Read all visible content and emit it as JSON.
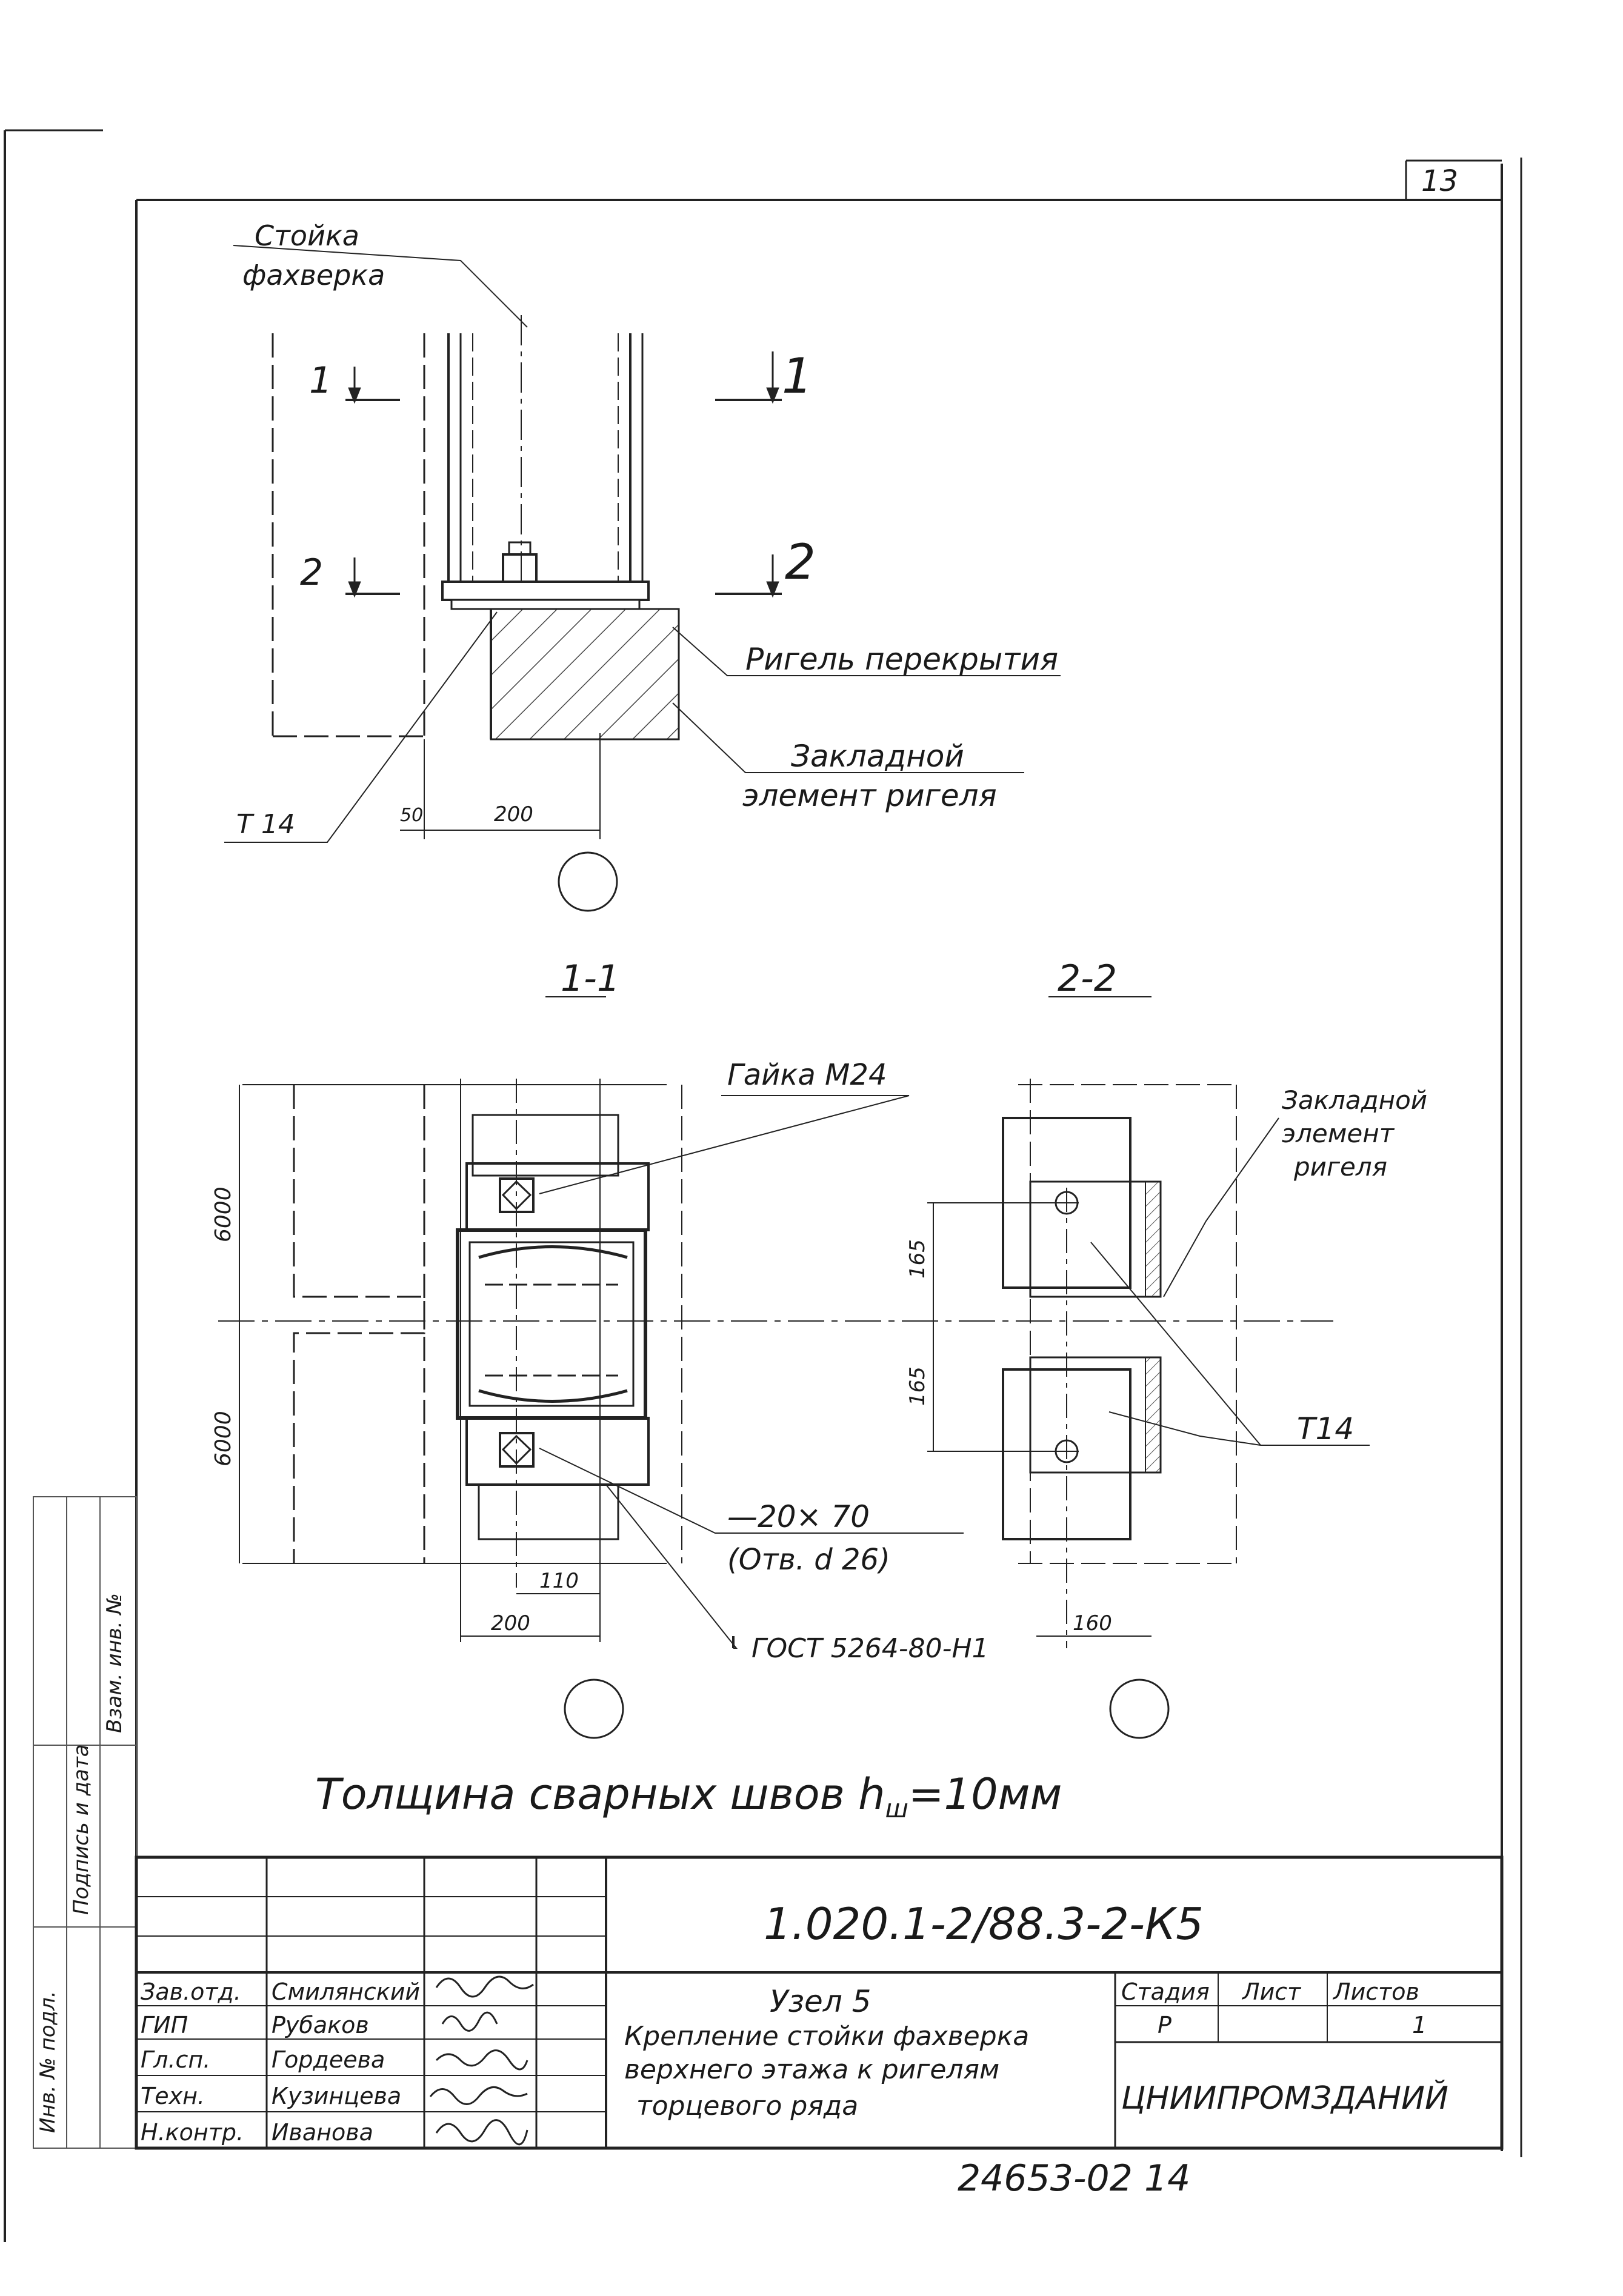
{
  "sheet": {
    "corner_number": "13",
    "bottom_number": "24653-02   14"
  },
  "top_view": {
    "column_label": [
      "Стойка",
      "фахверка"
    ],
    "beam_label": "Ригель перекрытия",
    "embed_label": [
      "Закладной",
      "элемент ригеля"
    ],
    "section_1": "1",
    "section_2": "2",
    "weld_ref": "Т 14",
    "dim_left": "50",
    "dim_right": "200"
  },
  "section_1_1": {
    "title": "1-1",
    "nut_label": "Гайка М24",
    "plate_label": "—20× 70",
    "plate_hole": "(Отв. d 26)",
    "standard_label": "ГОСТ 5264-80-Н1",
    "dim_top": "6000",
    "dim_bottom": "6000",
    "dim_110": "110",
    "dim_200": "200"
  },
  "section_2_2": {
    "title": "2-2",
    "embed_label": [
      "Закладной",
      "элемент",
      "ригеля"
    ],
    "weld_ref": "Т14",
    "dim_165_top": "165",
    "dim_165_bottom": "165",
    "dim_160": "160"
  },
  "note": "Толщина сварных швов h",
  "note_sub": "ш",
  "note_value": "=10мм",
  "title_block": {
    "code": "1.020.1-2/88.3-2-К5",
    "node_title": "Узел 5",
    "description": [
      "Крепление стойки фахверка",
      "верхнего этажа к ригелям",
      "торцевого ряда"
    ],
    "stage_header": "Стадия",
    "sheet_header": "Лист",
    "sheets_header": "Листов",
    "stage_value": "Р",
    "sheets_value": "1",
    "organization": "ЦНИИПРОМЗДАНИЙ",
    "roles": [
      {
        "role": "Зав.отд.",
        "name": "Смилянский"
      },
      {
        "role": "ГИП",
        "name": "Рубаков"
      },
      {
        "role": "Гл.сп.",
        "name": "Гордеева"
      },
      {
        "role": "Техн.",
        "name": "Кузинцева"
      },
      {
        "role": "Н.контр.",
        "name": "Иванова"
      }
    ]
  },
  "margin_stamp": [
    "Инв. № подл.",
    "Подпись и дата",
    "Взам. инв. №"
  ]
}
